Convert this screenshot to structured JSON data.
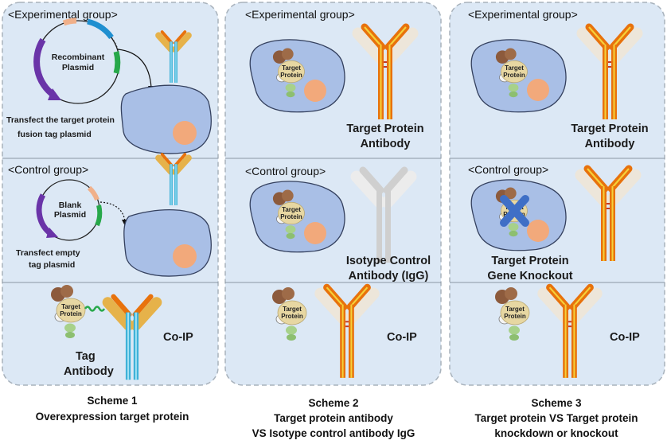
{
  "schemes": [
    {
      "experimental": {
        "header": "<Experimental group>",
        "plasmid_label": [
          "Recombinant",
          "Plasmid"
        ],
        "caption": [
          "Transfect the target protein",
          "fusion tag plasmid"
        ]
      },
      "control": {
        "header": "<Control group>",
        "plasmid_label": [
          "Blank",
          "Plasmid"
        ],
        "caption": [
          "Transfect empty",
          "tag plasmid"
        ]
      },
      "coip": {
        "target_label": [
          "Target",
          "Protein"
        ],
        "antibody_label": [
          "Tag",
          "Antibody"
        ],
        "coip_label": "Co-IP"
      },
      "title": "Scheme 1",
      "subtitle": [
        "Overexpression target protein"
      ]
    },
    {
      "experimental": {
        "header": "<Experimental group>",
        "target_label": [
          "Target",
          "Protein"
        ],
        "antibody_label": [
          "Target Protein",
          "Antibody"
        ]
      },
      "control": {
        "header": "<Control group>",
        "target_label": [
          "Target",
          "Protein"
        ],
        "antibody_label": [
          "Isotype Control",
          "Antibody (IgG)"
        ]
      },
      "coip": {
        "target_label": [
          "Target",
          "Protein"
        ],
        "coip_label": "Co-IP"
      },
      "title": "Scheme 2",
      "subtitle": [
        "Target protein antibody",
        "VS Isotype control antibody IgG"
      ]
    },
    {
      "experimental": {
        "header": "<Experimental group>",
        "target_label": [
          "Target",
          "Protein"
        ],
        "antibody_label": [
          "Target Protein",
          "Antibody"
        ]
      },
      "control": {
        "header": "<Control group>",
        "target_label": [
          "Target",
          "Protein"
        ],
        "knockout_label": [
          "Target Protein",
          "Gene Knockout"
        ]
      },
      "coip": {
        "target_label": [
          "Target",
          "Protein"
        ],
        "coip_label": "Co-IP"
      },
      "title": "Scheme 3",
      "subtitle": [
        "Target protein VS Target protein",
        "knockdown or knockout"
      ]
    }
  ],
  "colors": {
    "panel_fill": "#dce8f5",
    "panel_border": "#a8b2bc",
    "cell_fill": "#a9bfe6",
    "cell_border": "#34405e",
    "nucleus": "#f2a97b",
    "tag_antibody": "#3fb2d8",
    "target_antibody": "#e8720c",
    "igg_antibody": "#cfcfcf",
    "plasmid_purple": "#6a34a8",
    "plasmid_blue": "#1f8fd0",
    "plasmid_green": "#27a84a",
    "knockout_x": "#3f6fc6"
  }
}
